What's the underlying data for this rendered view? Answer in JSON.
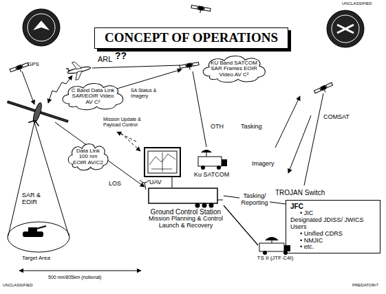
{
  "diagram": {
    "title": "CONCEPT OF OPERATIONS",
    "nodes": [
      {
        "text": [
          "C Band Data Link SAR/EOIR Video AV C²"
        ]
      },
      {
        "text": [
          "KU Band SATCOM SAR Frames EOIR Video AV C²"
        ]
      },
      {
        "text": [
          "Data Link 100 nm EOIR AV/C2"
        ]
      },
      {
        "text": [
          "Ground Control Station",
          "Mission Planning & Control",
          "Launch & Recovery"
        ]
      },
      {
        "text": [
          "JFC",
          "• JIC",
          "Designated JDISS/ JWICS Users",
          "• Unified CDRS",
          "• NMJIC",
          "• etc."
        ]
      },
      {
        "text": [
          "TS II (JTF C4I)"
        ]
      }
    ],
    "edges": [
      {
        "from": 3,
        "to": 4,
        "label": "Tasking/ Reporting",
        "arrow": "none"
      },
      {
        "from": 3,
        "to": 5,
        "arrow": "none"
      }
    ],
    "labels": [
      "UNCLASSIFIED",
      "UNCLASSIFIED",
      "PREDATOR/7",
      "GPS",
      "ARL",
      "??",
      "SA Status & Imagery",
      "Mission Update & Payload Control",
      "OTH",
      "LOS",
      "SAR & EOIR",
      "Target Area",
      "UAV",
      "Ku SATCOM",
      "Tasking",
      "Imagery",
      "COMSAT",
      "TROJAN Switch",
      "500 nm/805km (notional)"
    ]
  }
}
